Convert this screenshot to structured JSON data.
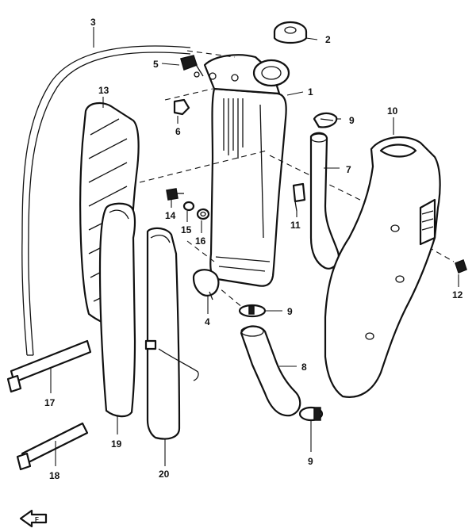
{
  "diagram": {
    "callouts": [
      {
        "id": "c1",
        "text": "1"
      },
      {
        "id": "c2",
        "text": "2"
      },
      {
        "id": "c3",
        "text": "3"
      },
      {
        "id": "c4",
        "text": "4"
      },
      {
        "id": "c5",
        "text": "5"
      },
      {
        "id": "c6",
        "text": "6"
      },
      {
        "id": "c7",
        "text": "7"
      },
      {
        "id": "c8",
        "text": "8"
      },
      {
        "id": "c9a",
        "text": "9"
      },
      {
        "id": "c9b",
        "text": "9"
      },
      {
        "id": "c9c",
        "text": "9"
      },
      {
        "id": "c10",
        "text": "10"
      },
      {
        "id": "c11",
        "text": "11"
      },
      {
        "id": "c12",
        "text": "12"
      },
      {
        "id": "c13",
        "text": "13"
      },
      {
        "id": "c14",
        "text": "14"
      },
      {
        "id": "c15",
        "text": "15"
      },
      {
        "id": "c16",
        "text": "16"
      },
      {
        "id": "c17",
        "text": "17"
      },
      {
        "id": "c18",
        "text": "18"
      },
      {
        "id": "c19",
        "text": "19"
      },
      {
        "id": "c20",
        "text": "20"
      }
    ],
    "direction_marker": {
      "icon": "front-arrow-icon",
      "text": "F"
    }
  }
}
